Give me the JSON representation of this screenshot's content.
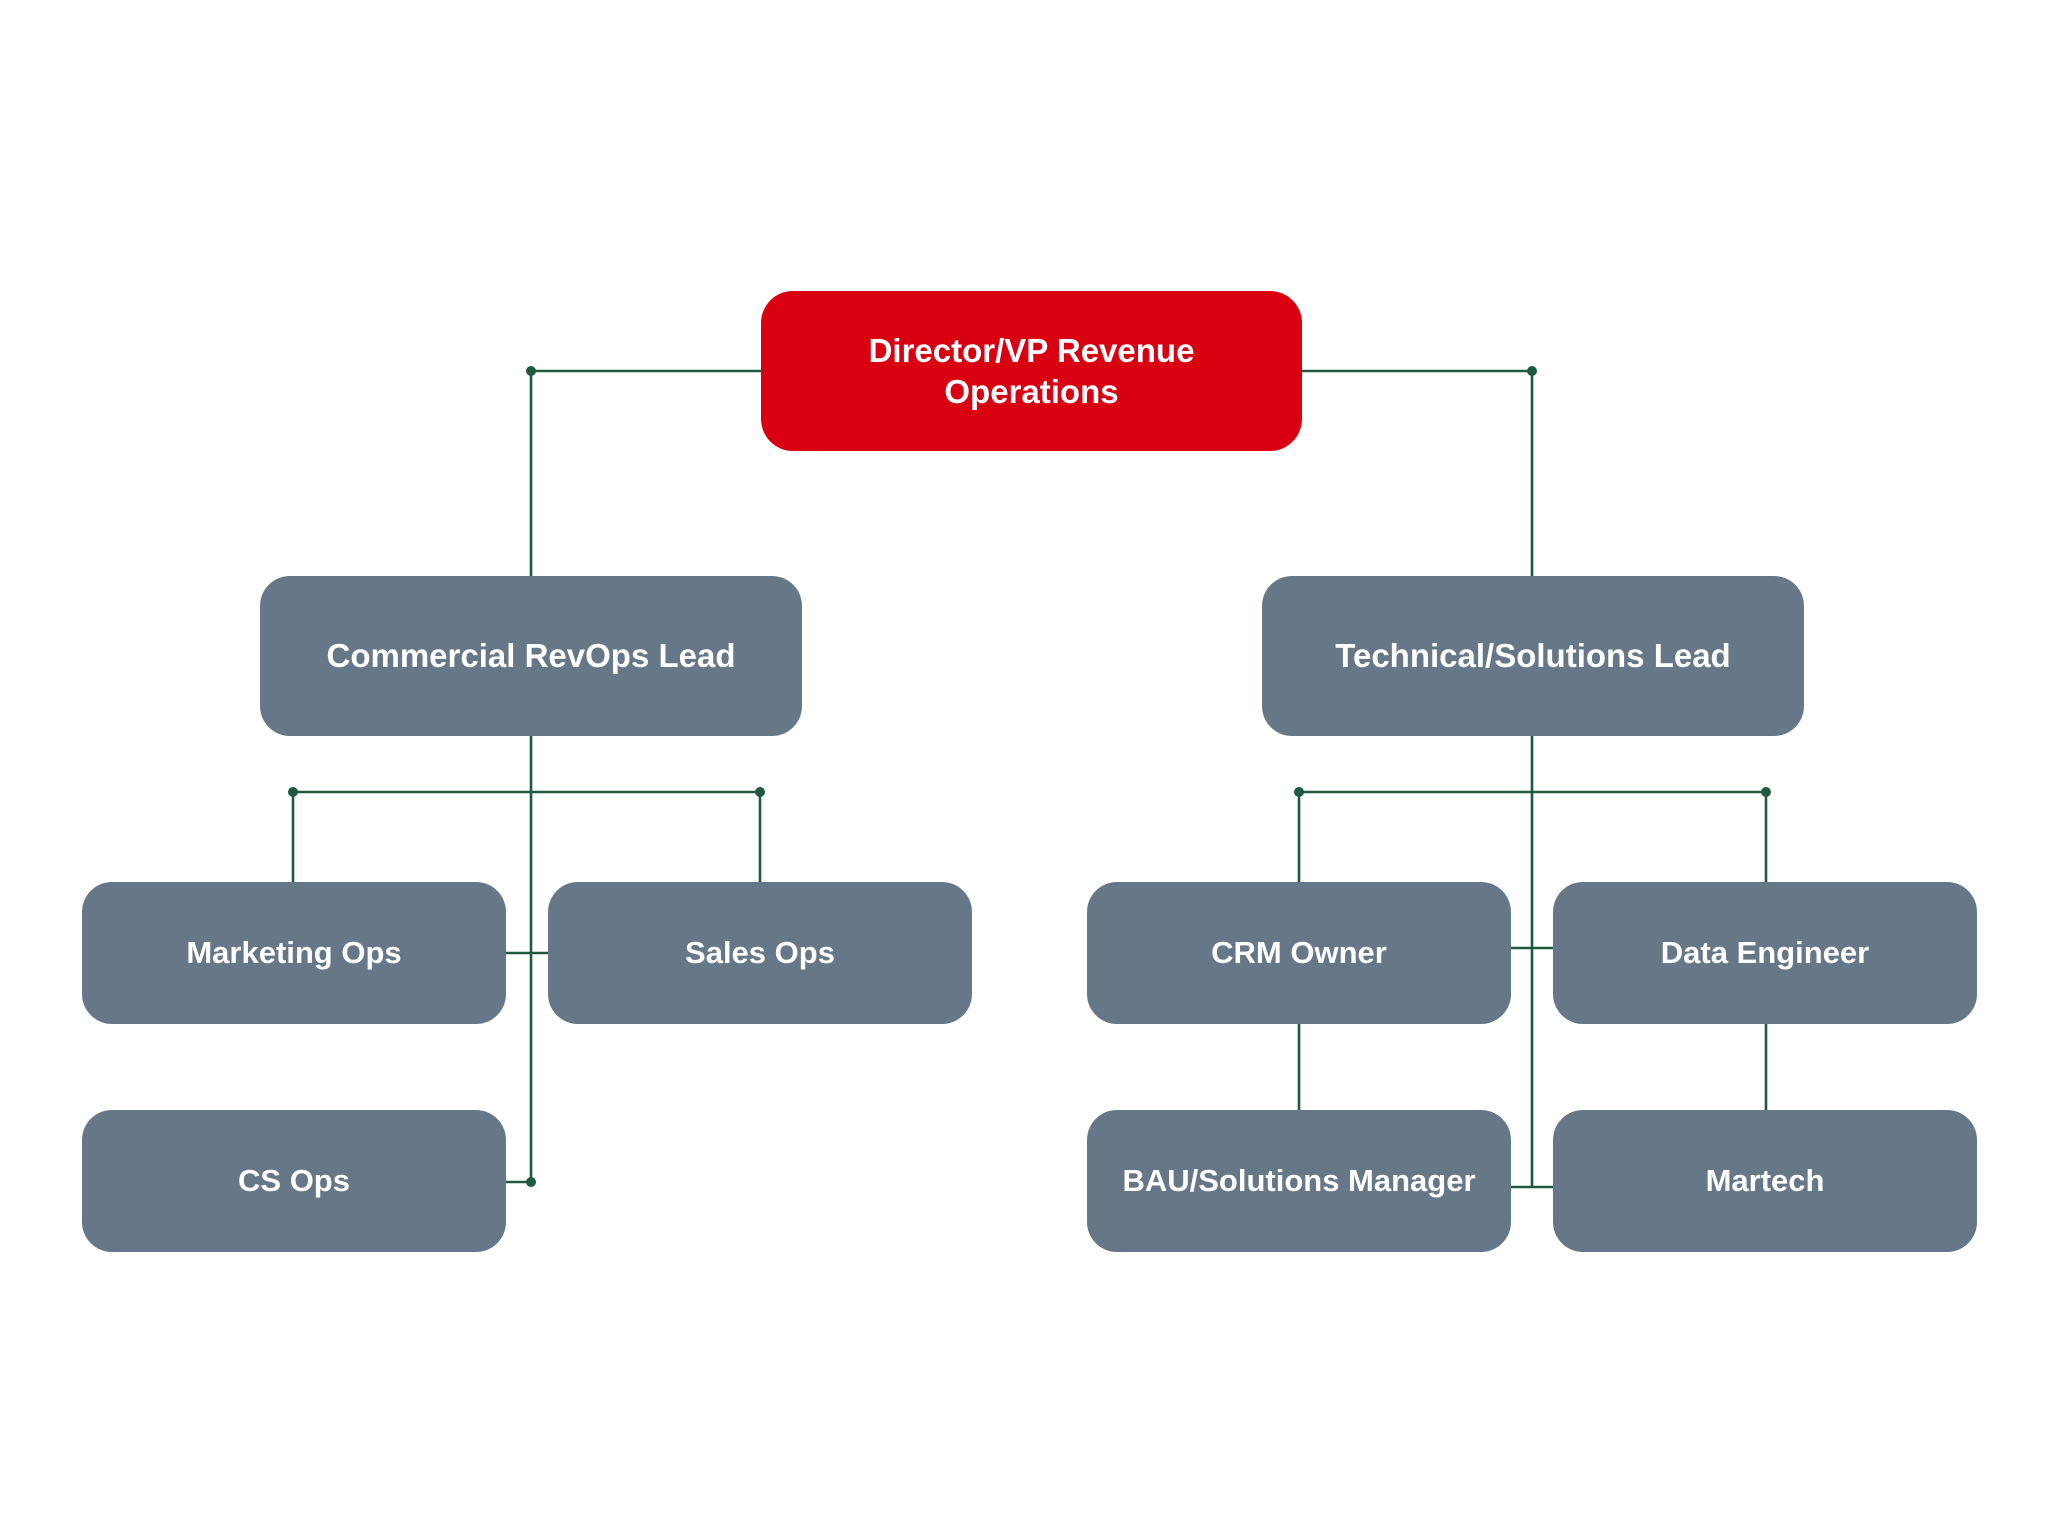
{
  "org_chart": {
    "root": {
      "label": "Director/VP Revenue Operations"
    },
    "leads": [
      {
        "label": "Commercial RevOps Lead",
        "reports": [
          {
            "label": "Marketing Ops"
          },
          {
            "label": "Sales Ops"
          },
          {
            "label": "CS Ops"
          }
        ]
      },
      {
        "label": "Technical/Solutions Lead",
        "reports": [
          {
            "label": "CRM Owner"
          },
          {
            "label": "Data Engineer"
          },
          {
            "label": "BAU/Solutions Manager"
          },
          {
            "label": "Martech"
          }
        ]
      }
    ]
  },
  "colors": {
    "root_fill": "#d90012",
    "node_fill": "#667887",
    "connector": "#1f5a3f",
    "text": "#ffffff",
    "background": "#ffffff"
  }
}
